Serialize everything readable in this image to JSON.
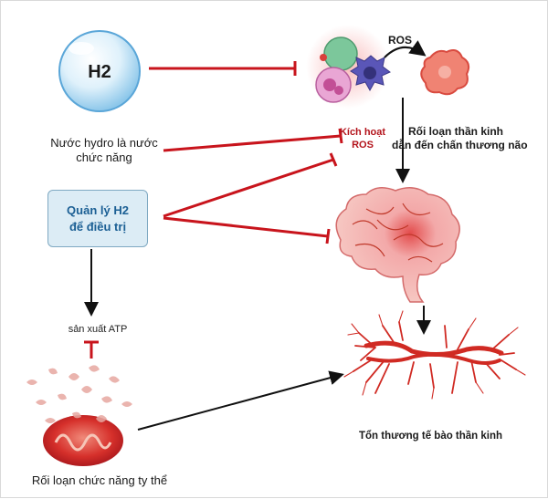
{
  "h2_bubble": {
    "text": "H2"
  },
  "h2_caption": {
    "line1": "Nước hydro là nước",
    "line2": "chức năng"
  },
  "management_box": {
    "line1": "Quản lý H2",
    "line2": "để điều trị"
  },
  "ros_label": "ROS",
  "ros_activation": {
    "line1": "Kích hoạt",
    "line2": "ROS"
  },
  "neuro_disorder": {
    "line1": "Rối loạn thần kinh",
    "line2": "dẫn đến chấn thương não"
  },
  "atp_label": "sản xuất ATP",
  "neuron_damage": "Tổn thương tế bào thần kinh",
  "mito_dysfunction": "Rối loạn chức năng ty thể",
  "colors": {
    "inhibit": "#c8141c",
    "arrow": "#111111",
    "box_fill": "#dcecf5",
    "box_border": "#7fa9c2",
    "box_text": "#1b5f94",
    "tissue": "#d8463f"
  }
}
